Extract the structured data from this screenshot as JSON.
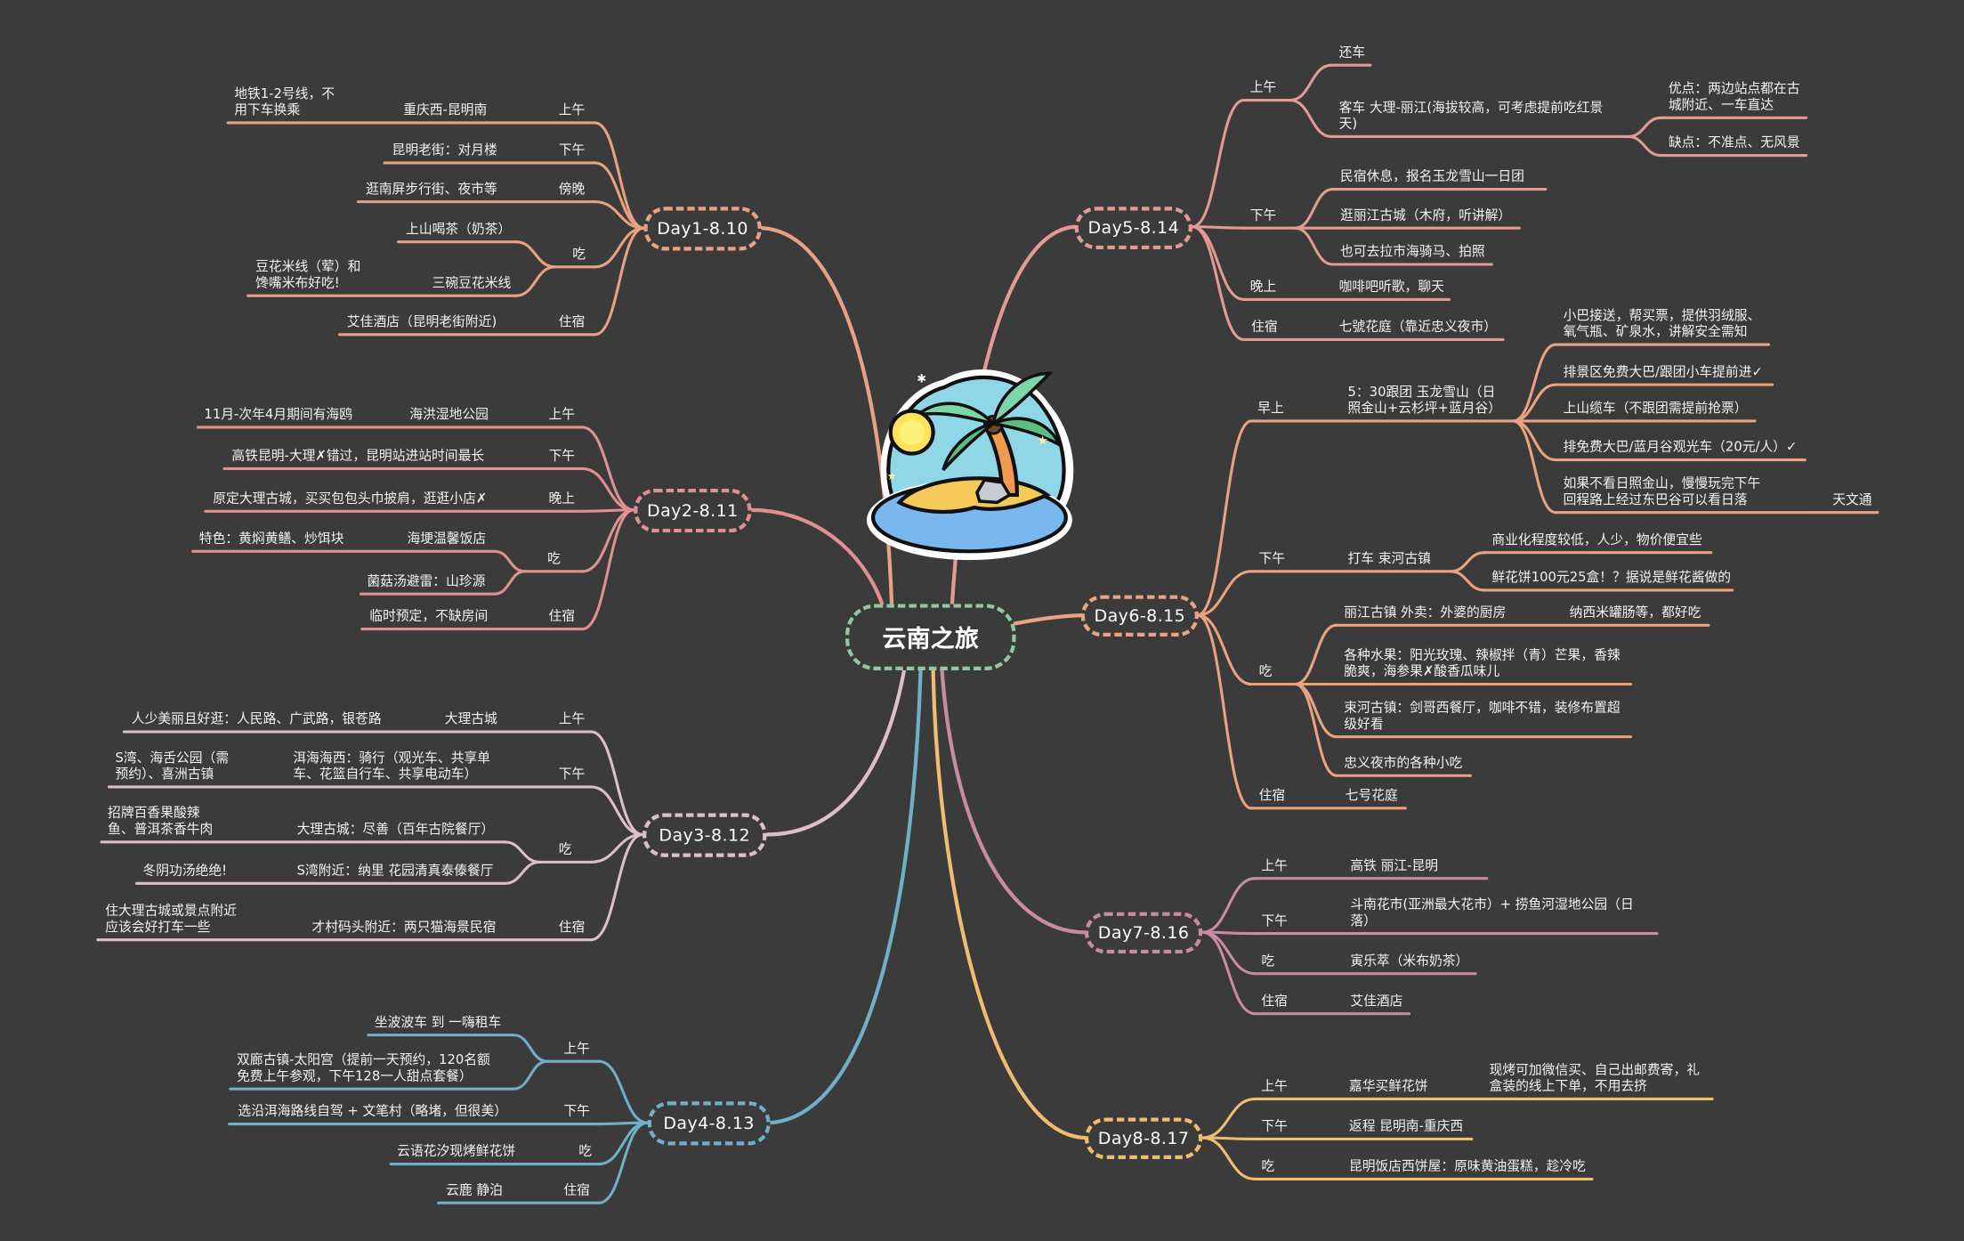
{
  "title": "云南之旅",
  "center_color": "#8fc9a3",
  "days": [
    {
      "label": "Day1-8.10",
      "color": "#e8a283",
      "branches": [
        {
          "label": "上午",
          "items": [
            {
              "text": "重庆西-昆明南",
              "note": "地铁1-2号线，不用下车换乘"
            }
          ]
        },
        {
          "label": "下午",
          "items": [
            {
              "text": "昆明老街：对月楼"
            }
          ]
        },
        {
          "label": "傍晚",
          "items": [
            {
              "text": "逛南屏步行街、夜市等"
            }
          ]
        },
        {
          "label": "吃",
          "items": [
            {
              "text": "上山喝茶（奶茶）"
            },
            {
              "text": "三碗豆花米线",
              "note": "豆花米线（荤）和馋嘴米布好吃!"
            }
          ]
        },
        {
          "label": "住宿",
          "items": [
            {
              "text": "艾佳酒店（昆明老街附近)"
            }
          ]
        }
      ]
    },
    {
      "label": "Day2-8.11",
      "color": "#e09090",
      "branches": [
        {
          "label": "上午",
          "items": [
            {
              "text": "海洪湿地公园",
              "note": "11月-次年4月期间有海鸥"
            }
          ]
        },
        {
          "label": "下午",
          "items": [
            {
              "text": "高铁昆明-大理✗错过，昆明站进站时间最长"
            }
          ]
        },
        {
          "label": "晚上",
          "items": [
            {
              "text": "原定大理古城，买买包包头巾披肩，逛逛小店✗"
            }
          ]
        },
        {
          "label": "吃",
          "items": [
            {
              "text": "海埂温馨饭店",
              "note": "特色：黄焖黄鳝、炒饵块"
            },
            {
              "text": "菌菇汤避雷：山珍源"
            }
          ]
        },
        {
          "label": "住宿",
          "items": [
            {
              "text": "临时预定，不缺房间"
            }
          ]
        }
      ]
    },
    {
      "label": "Day3-8.12",
      "color": "#dcc0c8",
      "branches": [
        {
          "label": "上午",
          "items": [
            {
              "text": "大理古城",
              "note": "人少美丽且好逛：人民路、广武路，银苍路"
            }
          ]
        },
        {
          "label": "下午",
          "items": [
            {
              "text": "洱海海西：骑行（观光车、共享单车、花篮自行车、共享电动车）",
              "note": "S湾、海舌公园（需预约）、喜洲古镇"
            }
          ]
        },
        {
          "label": "吃",
          "items": [
            {
              "text": "大理古城：尽善（百年古院餐厅）",
              "note": "招牌百香果酸辣鱼、普洱茶香牛肉"
            },
            {
              "text": "S湾附近：纳里 花园清真泰傣餐厅",
              "note": "冬阴功汤绝绝!"
            }
          ]
        },
        {
          "label": "住宿",
          "items": [
            {
              "text": "才村码头附近：两只猫海景民宿",
              "note": "住大理古城或景点附近应该会好打车一些"
            }
          ]
        }
      ]
    },
    {
      "label": "Day4-8.13",
      "color": "#6fb0c8",
      "branches": [
        {
          "label": "上午",
          "items": [
            {
              "text": "坐波波车 到 一嗨租车"
            },
            {
              "text": "双廊古镇-太阳宫（提前一天预约，120名额免费上午参观，下午128一人甜点套餐）"
            }
          ]
        },
        {
          "label": "下午",
          "items": [
            {
              "text": "选沿洱海路线自驾 + 文笔村（略堵，但很美）"
            }
          ]
        },
        {
          "label": "吃",
          "items": [
            {
              "text": "云语花汐现烤鲜花饼"
            }
          ]
        },
        {
          "label": "住宿",
          "items": [
            {
              "text": "云鹿 静泊"
            }
          ]
        }
      ]
    },
    {
      "label": "Day5-8.14",
      "color": "#e39a94",
      "branches": [
        {
          "label": "上午",
          "items": [
            {
              "text": "还车"
            },
            {
              "text": "客车 大理-丽江(海拔较高，可考虑提前吃红景天)",
              "details": [
                {
                  "text": "优点：两边站点都在古城附近、一车直达"
                },
                {
                  "text": "缺点：不准点、无风景"
                }
              ]
            }
          ]
        },
        {
          "label": "下午",
          "items": [
            {
              "text": "民宿休息，报名玉龙雪山一日团"
            },
            {
              "text": "逛丽江古城（木府，听讲解）"
            },
            {
              "text": "也可去拉市海骑马、拍照"
            }
          ]
        },
        {
          "label": "晚上",
          "items": [
            {
              "text": "咖啡吧听歌，聊天"
            }
          ]
        },
        {
          "label": "住宿",
          "items": [
            {
              "text": "七號花庭（靠近忠义夜市）"
            }
          ]
        }
      ]
    },
    {
      "label": "Day6-8.15",
      "color": "#eca27e",
      "branches": [
        {
          "label": "早上",
          "items": [
            {
              "text": "5：30跟团 玉龙雪山（日照金山+云杉坪+蓝月谷）",
              "details": [
                {
                  "text": "小巴接送，帮买票，提供羽绒服、氧气瓶、矿泉水，讲解安全需知"
                },
                {
                  "text": "排景区免费大巴/跟团小车提前进✓"
                },
                {
                  "text": "上山缆车（不跟团需提前抢票）"
                },
                {
                  "text": "排免费大巴/蓝月谷观光车（20元/人）✓"
                },
                {
                  "text": "如果不看日照金山，慢慢玩完下午回程路上经过东巴谷可以看日落",
                  "note": "天文通"
                }
              ]
            }
          ]
        },
        {
          "label": "下午",
          "items": [
            {
              "text": "打车 束河古镇",
              "details": [
                {
                  "text": "商业化程度较低，人少，物价便宜些"
                },
                {
                  "text": "鲜花饼100元25盒！？据说是鲜花酱做的"
                }
              ]
            }
          ]
        },
        {
          "label": "吃",
          "items": [
            {
              "text": "丽江古镇 外卖：外婆的厨房",
              "note": "纳西米罐肠等，都好吃"
            },
            {
              "text": "各种水果：阳光玫瑰、辣椒拌（青）芒果，香辣脆爽，海参果✗酸香瓜味儿"
            },
            {
              "text": "束河古镇：剑哥西餐厅，咖啡不错，装修布置超级好看"
            },
            {
              "text": "忠义夜市的各种小吃"
            }
          ]
        },
        {
          "label": "住宿",
          "items": [
            {
              "text": "七号花庭"
            }
          ]
        }
      ]
    },
    {
      "label": "Day7-8.16",
      "color": "#c98aa3",
      "branches": [
        {
          "label": "上午",
          "items": [
            {
              "text": "高铁 丽江-昆明"
            }
          ]
        },
        {
          "label": "下午",
          "items": [
            {
              "text": "斗南花市(亚洲最大花市）+ 捞鱼河湿地公园（日落）"
            }
          ]
        },
        {
          "label": "吃",
          "items": [
            {
              "text": "寅乐萃（米布奶茶）"
            }
          ]
        },
        {
          "label": "住宿",
          "items": [
            {
              "text": "艾佳酒店"
            }
          ]
        }
      ]
    },
    {
      "label": "Day8-8.17",
      "color": "#f2bb72",
      "branches": [
        {
          "label": "上午",
          "items": [
            {
              "text": "嘉华买鲜花饼",
              "note": "现烤可加微信买、自己出邮费寄，礼盒装的线上下单，不用去挤"
            }
          ]
        },
        {
          "label": "下午",
          "items": [
            {
              "text": "返程 昆明南-重庆西"
            }
          ]
        },
        {
          "label": "吃",
          "items": [
            {
              "text": "昆明饭店西饼屋：原味黄油蛋糕，趁冷吃"
            }
          ]
        }
      ]
    }
  ]
}
